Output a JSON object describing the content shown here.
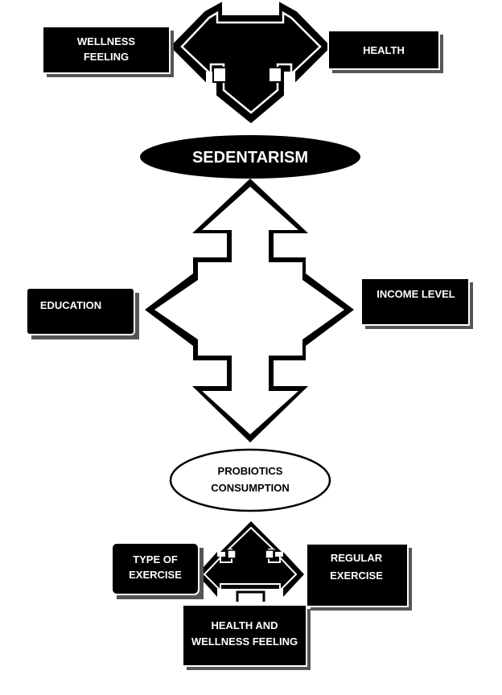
{
  "nodes": {
    "wellness_feeling": [
      "WELLNESS",
      "FEELING"
    ],
    "health": "HEALTH",
    "sedentarism": "SEDENTARISM",
    "education": "EDUCATION",
    "income_level": "INCOME LEVEL",
    "probiotics_consumption": [
      "PROBIOTICS",
      "CONSUMPTION"
    ],
    "type_of_exercise": [
      "TYPE OF",
      "EXERCISE"
    ],
    "regular_exercise": [
      "REGULAR",
      "EXERCISE"
    ],
    "health_and_wellness_feeling": [
      "HEALTH AND",
      "WELLNESS FEELING"
    ]
  }
}
